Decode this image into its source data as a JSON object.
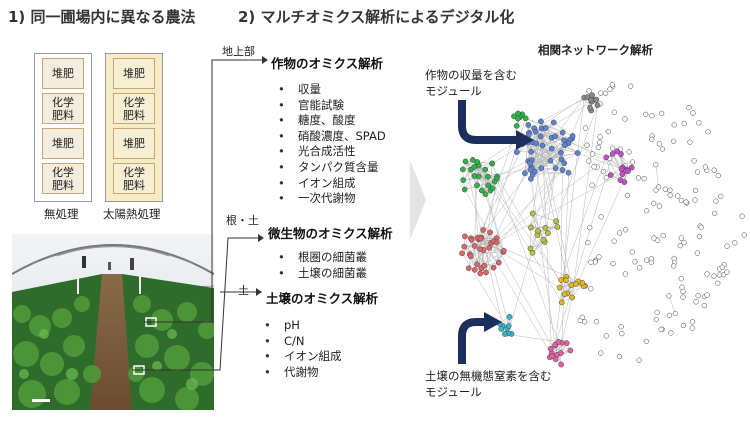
{
  "left": {
    "heading": "1) 同一圃場内に異なる農法",
    "plots_a": [
      "堆肥",
      "化学\n肥料",
      "堆肥",
      "化学\n肥料"
    ],
    "plots_b": [
      "堆肥",
      "化学\n肥料",
      "堆肥",
      "化学\n肥料"
    ],
    "label_a": "無処理",
    "label_b": "太陽熱処理",
    "colors": {
      "plot_border": "#c9a679",
      "plot_fill_a": "#f4ecdc",
      "plot_fill_b": "#f7efd4",
      "frame_b": "#f5ecc4"
    }
  },
  "middle": {
    "heading": "2) マルチオミクス解析によるデジタル化",
    "sections": [
      {
        "branch": "地上部",
        "title": "作物のオミクス解析",
        "items": [
          "収量",
          "官能試験",
          "糖度、酸度",
          "硝酸濃度、SPAD",
          "光合成活性",
          "タンパク質含量",
          "イオン組成",
          "一次代謝物"
        ]
      },
      {
        "branch": "根・土",
        "title": "微生物のオミクス解析",
        "items": [
          "根圏の細菌叢",
          "土壌の細菌叢"
        ]
      },
      {
        "branch": "土",
        "title": "土壌のオミクス解析",
        "items": [
          "pH",
          "C/N",
          "イオン組成",
          "代謝物"
        ]
      }
    ]
  },
  "network": {
    "title": "相関ネットワーク解析",
    "annotation_top": "作物の収量を含む\nモジュール",
    "annotation_bottom": "土壌の無機態窒素を含む\nモジュール",
    "colors": {
      "arrow": "#1c2e5c",
      "green": "#2fb24a",
      "blue": "#5b84d6",
      "red": "#e06666",
      "magenta": "#c44fc8",
      "cyan": "#33b8c9",
      "pink": "#e45fa6",
      "yellow": "#e6b821",
      "olive": "#b8c23a",
      "grey": "#c8c8c8"
    }
  }
}
